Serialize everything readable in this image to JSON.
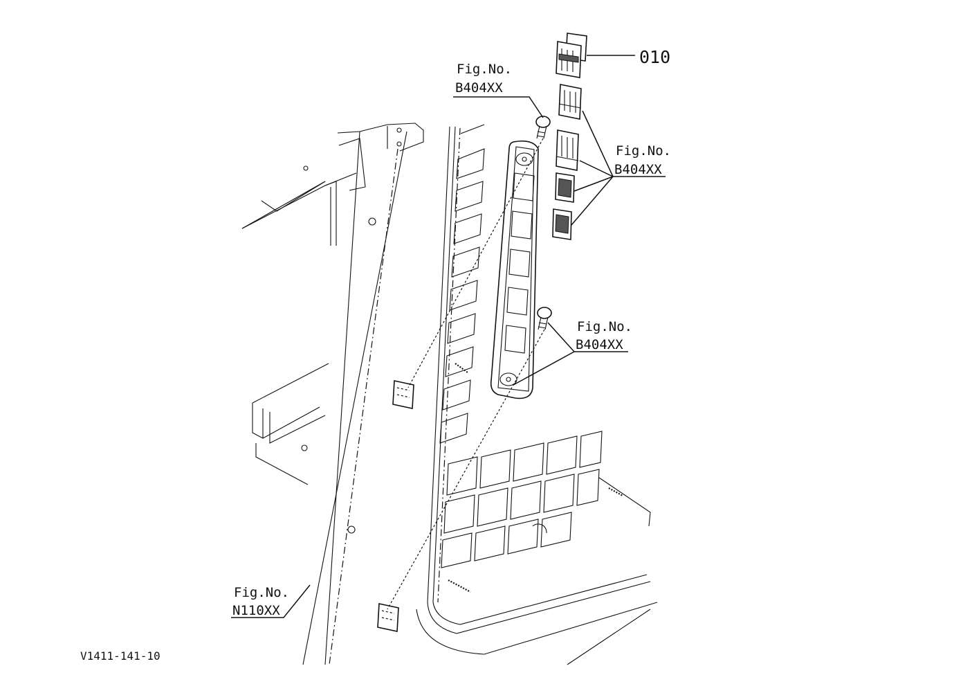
{
  "drawing_code": "V1411-141-10",
  "part_callout": {
    "number": "010"
  },
  "figure_refs": [
    {
      "id": "ref-top",
      "prefix": "Fig.No.",
      "code": "B404XX"
    },
    {
      "id": "ref-right-upper",
      "prefix": "Fig.No.",
      "code": "B404XX"
    },
    {
      "id": "ref-right-lower",
      "prefix": "Fig.No.",
      "code": "B404XX"
    },
    {
      "id": "ref-bottom-left",
      "prefix": "Fig.No.",
      "code": "N110XX"
    }
  ]
}
